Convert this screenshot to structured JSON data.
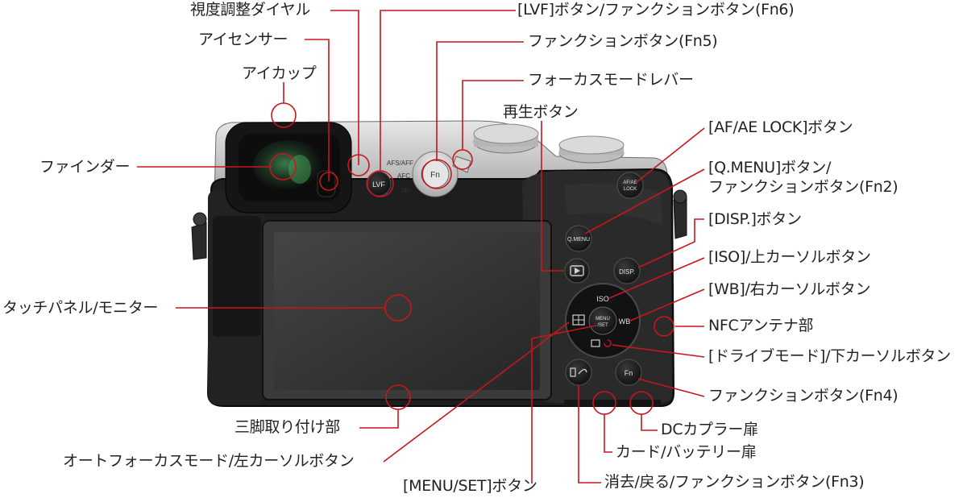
{
  "labels": {
    "diopter": "視度調整ダイヤル",
    "lvf": "[LVF]ボタン/ファンクションボタン(Fn6)",
    "eye_sensor": "アイセンサー",
    "fn5": "ファンクションボタン(Fn5)",
    "eyecup": "アイカップ",
    "focus_lever": "フォーカスモードレバー",
    "playback": "再生ボタン",
    "af_ae_lock": "[AF/AE LOCK]ボタン",
    "finder": "ファインダー",
    "qmenu": "[Q.MENU]ボタン/\nファンクションボタン(Fn2)",
    "disp": "[DISP.]ボタン",
    "iso": "[ISO]/上カーソルボタン",
    "touch_panel": "タッチパネル/モニター",
    "wb": "[WB]/右カーソルボタン",
    "nfc": "NFCアンテナ部",
    "drive": "[ドライブモード]/下カーソルボタン",
    "fn4": "ファンクションボタン(Fn4)",
    "tripod": "三脚取り付け部",
    "dc_coupler": "DCカプラー扉",
    "af_mode_left": "オートフォーカスモード/左カーソルボタン",
    "card_battery": "カード/バッテリー扉",
    "delete_fn3": "消去/戻る/ファンクションボタン(Fn3)",
    "menu_set": "[MENU/SET]ボタン"
  },
  "camera_marks": {
    "lvf": "LVF",
    "fn_top": "Fn",
    "afs_aff": "AFS/AFF",
    "afc": "AFC",
    "mf": "MF",
    "af_ae_lock_1": "AF/AE",
    "af_ae_lock_2": "LOCK",
    "qmenu": "Q.MENU",
    "disp": "DISP.",
    "iso": "ISO",
    "wb": "WB",
    "menu_1": "MENU",
    "menu_2": "/SET",
    "fn_bottom": "Fn"
  },
  "colors": {
    "leader": "#c8161d",
    "text": "#222222",
    "body": "#1e1e1e",
    "silver": "#c9c9c9"
  }
}
